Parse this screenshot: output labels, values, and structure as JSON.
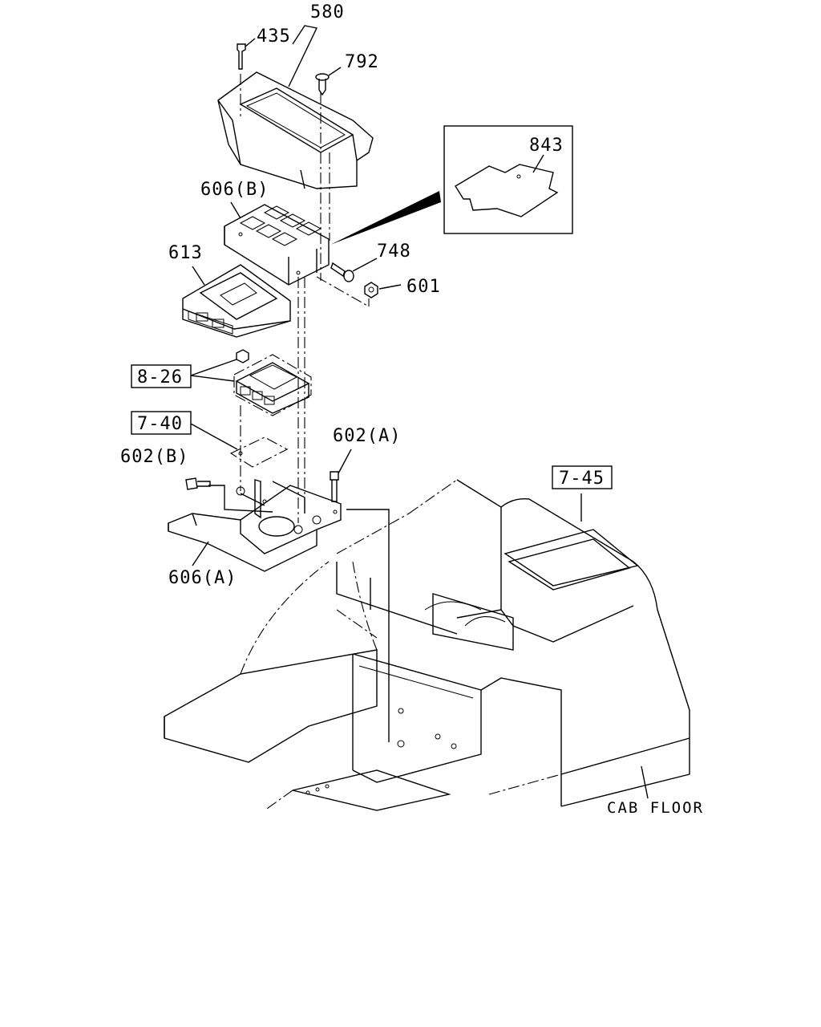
{
  "labels": {
    "p580": "580",
    "p435": "435",
    "p792": "792",
    "p843": "843",
    "p606b": "606(B)",
    "p613": "613",
    "p748": "748",
    "p601": "601",
    "ref826": "8-26",
    "ref740": "7-40",
    "p602a": "602(A)",
    "p602b": "602(B)",
    "p606a": "606(A)",
    "ref745": "7-45",
    "cab_floor": "CAB FLOOR"
  }
}
